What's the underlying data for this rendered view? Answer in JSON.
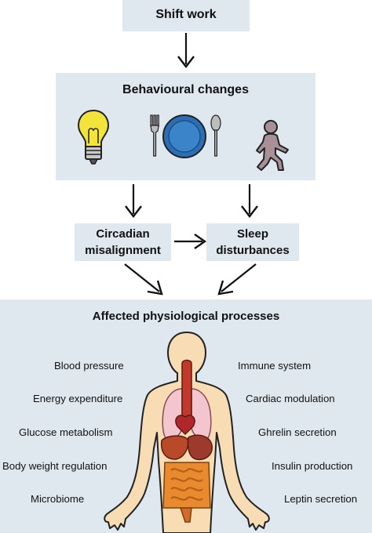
{
  "shift_work": {
    "label": "Shift work"
  },
  "behavioural": {
    "title": "Behavioural changes",
    "icons": [
      "light-bulb-icon",
      "plate-cutlery-icon",
      "walking-person-icon"
    ]
  },
  "circadian": {
    "line1": "Circadian",
    "line2": "misalignment"
  },
  "sleep": {
    "line1": "Sleep",
    "line2": "disturbances"
  },
  "physiology": {
    "title": "Affected physiological processes",
    "left": [
      "Blood pressure",
      "Energy expenditure",
      "Glucose metabolism",
      "Body weight regulation",
      "Microbiome"
    ],
    "right": [
      "Immune system",
      "Cardiac modulation",
      "Ghrelin secretion",
      "Insulin production",
      "Leptin secretion"
    ]
  },
  "colors": {
    "box_fill": "#dfe8ef",
    "bulb": "#f2e43a",
    "plate": "#2a6fb5",
    "person": "#a89096",
    "body_skin": "#f7dcb4",
    "lungs": "#f3c6cf",
    "liver": "#b84a2a",
    "intestine": "#e98a2e"
  }
}
